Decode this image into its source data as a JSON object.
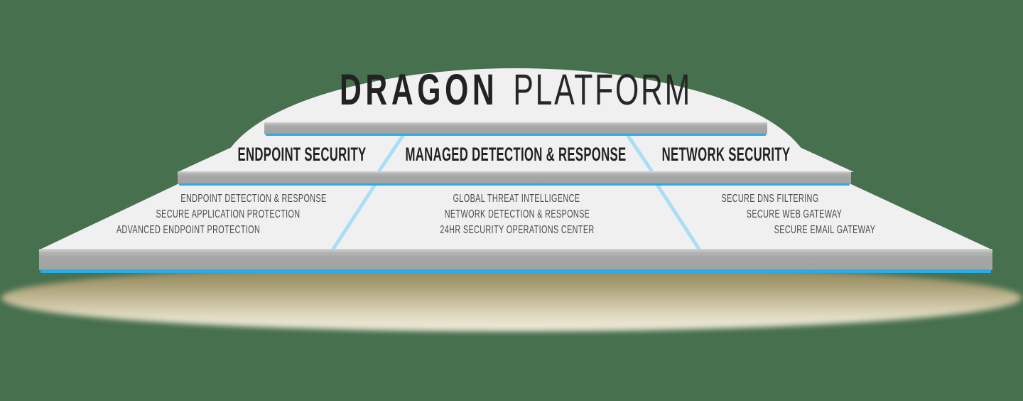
{
  "title": {
    "brand": "DRAGON",
    "suffix": "PLATFORM"
  },
  "sections": [
    {
      "header": "ENDPOINT SECURITY",
      "items": [
        "ENDPOINT DETECTION & RESPONSE",
        "SECURE APPLICATION PROTECTION",
        "ADVANCED ENDPOINT PROTECTION"
      ]
    },
    {
      "header": "MANAGED DETECTION & RESPONSE",
      "items": [
        "GLOBAL THREAT INTELLIGENCE",
        "NETWORK DETECTION & RESPONSE",
        "24HR SECURITY OPERATIONS CENTER"
      ]
    },
    {
      "header": "NETWORK SECURITY",
      "items": [
        "SECURE DNS FILTERING",
        "SECURE WEB GATEWAY",
        "SECURE EMAIL GATEWAY"
      ]
    }
  ],
  "colors": {
    "background_green": "#47704f",
    "face_gray": "#f0f0f1",
    "slab_gray": "#a7a7a7",
    "accent_blue": "#29ace3",
    "divider_blue": "#a9def6",
    "shadow_tan": "#b5aa80",
    "text_dark": "#222222",
    "text_item": "#4a4a4a"
  }
}
